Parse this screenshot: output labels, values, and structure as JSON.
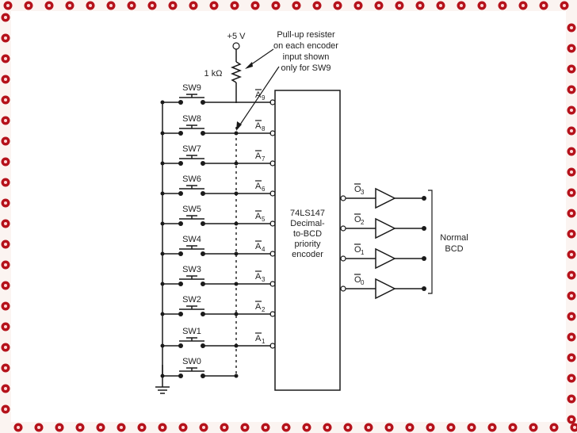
{
  "border": {
    "color": "#b5121b"
  },
  "supply": {
    "voltage": "+5 V",
    "resistor": "1 kΩ"
  },
  "note": {
    "lines": [
      "Pull-up resister",
      "on each encoder",
      "input shown",
      "only for SW9"
    ]
  },
  "switches": [
    "SW9",
    "SW8",
    "SW7",
    "SW6",
    "SW5",
    "SW4",
    "SW3",
    "SW2",
    "SW1",
    "SW0"
  ],
  "inputs": [
    {
      "letter": "A",
      "sub": "9"
    },
    {
      "letter": "A",
      "sub": "8"
    },
    {
      "letter": "A",
      "sub": "7"
    },
    {
      "letter": "A",
      "sub": "6"
    },
    {
      "letter": "A",
      "sub": "5"
    },
    {
      "letter": "A",
      "sub": "4"
    },
    {
      "letter": "A",
      "sub": "3"
    },
    {
      "letter": "A",
      "sub": "2"
    },
    {
      "letter": "A",
      "sub": "1"
    }
  ],
  "encoder": {
    "lines": [
      "74LS147",
      "Decimal-",
      "to-BCD",
      "priority",
      "encoder"
    ]
  },
  "outputs": [
    {
      "letter": "O",
      "sub": "3"
    },
    {
      "letter": "O",
      "sub": "2"
    },
    {
      "letter": "O",
      "sub": "1"
    },
    {
      "letter": "O",
      "sub": "0"
    }
  ],
  "output_label": [
    "Normal",
    "BCD"
  ]
}
